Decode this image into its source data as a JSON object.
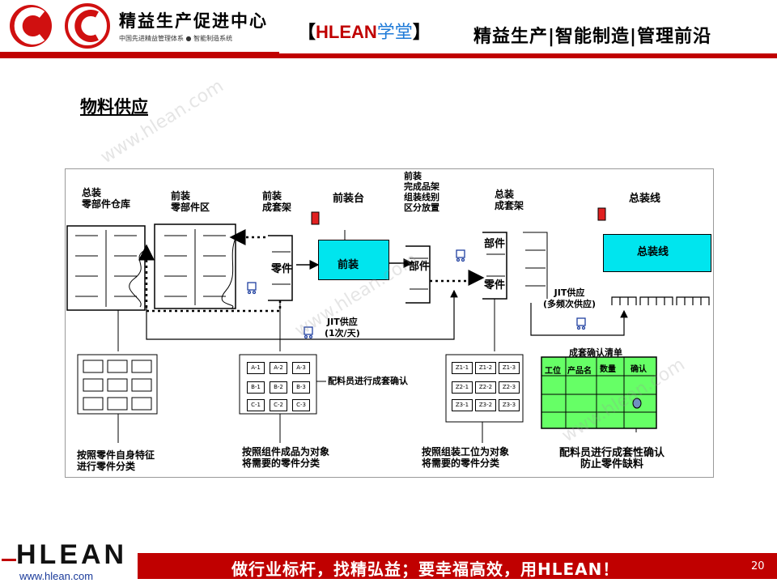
{
  "header": {
    "company_name": "精益生产促进中心",
    "company_sub": "中国先进精益管理体系 ● 智能制造系统",
    "brand_bracket_left": "【",
    "brand_name": "HLEAN",
    "brand_suffix": "学堂",
    "brand_bracket_right": "】",
    "slogan": "精益生产|智能制造|管理前沿"
  },
  "page": {
    "title": "物料供应",
    "watermark": "www.hlean.com"
  },
  "diagram": {
    "labels": {
      "warehouse": "总装\n零部件仓库",
      "front_area": "前装\n零部件区",
      "front_kit_rack": "前装\n成套架",
      "front_station": "前装台",
      "finished_rack": "前装\n完成品架\n组装线别\n区分放置",
      "final_kit_rack": "总装\n成套架",
      "final_line_title": "总装线",
      "final_line_box": "总装线",
      "front_box": "前装",
      "parts_1": "零件",
      "parts_2": "部件",
      "parts_3": "部件",
      "parts_4": "零件",
      "jit_1": "JIT供应\n(1次/天)",
      "jit_2": "JIT供应\n(多频次供应)",
      "kit_confirm_note": "配料员进行成套确认",
      "checklist_title": "成套确认清单",
      "desc_1": "按照零件自身特征\n进行零件分类",
      "desc_2": "按照组件成品为对象\n将需要的零件分类",
      "desc_3": "按照组装工位为对象\n将需要的零件分类",
      "desc_4": "配料员进行成套性确认\n防止零件缺料"
    },
    "checklist_headers": [
      "工位",
      "产品名",
      "数量",
      "确认"
    ],
    "grid_b_cells": [
      "A-1",
      "A-2",
      "A-3",
      "B-1",
      "B-2",
      "B-3",
      "C-1",
      "C-2",
      "C-3"
    ],
    "grid_c_cells": [
      "Z1-1",
      "Z1-2",
      "Z1-3",
      "Z2-1",
      "Z2-2",
      "Z2-3",
      "Z3-1",
      "Z3-2",
      "Z3-3"
    ]
  },
  "footer": {
    "logo_text": "HLEAN",
    "url": "www.hlean.com",
    "motto": "做行业标杆，找精弘益；要幸福高效，用HLEAN！",
    "page_number": "20"
  },
  "colors": {
    "brand_red": "#c00000",
    "cyan": "#00e5ee",
    "green": "#66ff66",
    "text": "#000000"
  }
}
